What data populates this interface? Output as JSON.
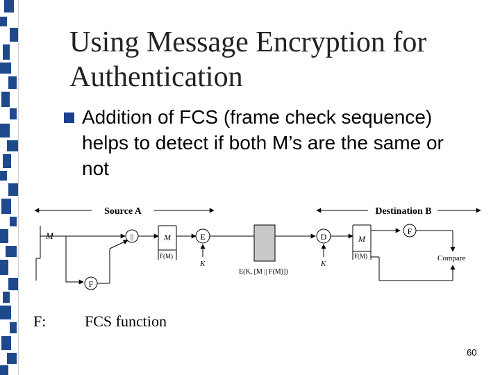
{
  "slide": {
    "title_line1": "Using Message Encryption for",
    "title_line2": "Authentication",
    "bullet": "Addition of FCS (frame check sequence) helps to detect if both M’s are the same or not",
    "note_key": "F:",
    "note_value": "FCS function",
    "page_number": "60",
    "colors": {
      "bullet": "#1a3f8f",
      "stripe_blue": "#1e4a8c",
      "stripe_white": "#ffffff",
      "cipher_box": "#c8c8c8"
    }
  },
  "diagram": {
    "source_label": "Source A",
    "dest_label": "Destination B",
    "m_label": "M",
    "fm_label": "F(M)",
    "f_label": "F",
    "or_label": "||",
    "e_label": "E",
    "d_label": "D",
    "k_label": "K",
    "cipher_label": "E(K, [M || F(M)])",
    "compare_label": "Compare"
  }
}
